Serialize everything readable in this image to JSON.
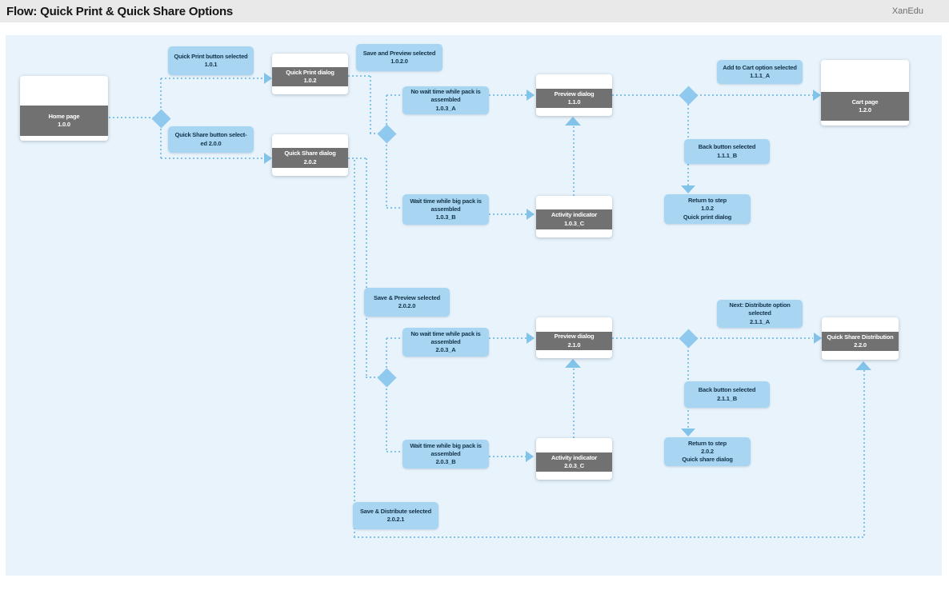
{
  "header": {
    "title": "Flow: Quick Print & Quick Share Options",
    "brand": "XanEdu"
  },
  "colors": {
    "header_bg": "#e9e9e9",
    "canvas_bg": "#e9f3fb",
    "note_fill": "#a8d6f2",
    "note_text": "#14334a",
    "screen_bar": "#717171",
    "connector": "#82c3e9",
    "diamond": "#8fcaee"
  },
  "screens": {
    "home": "Home page\n1.0.0",
    "quick_print_dialog": "Quick Print dialog\n1.0.2",
    "quick_share_dialog": "Quick Share dialog\n2.0.2",
    "preview_1": "Preview dialog\n1.1.0",
    "cart": "Cart page\n1.2.0",
    "activity_1": "Activity indicator\n1.0.3_C",
    "preview_2": "Preview dialog\n2.1.0",
    "activity_2": "Activity indicator\n2.0.3_C",
    "quick_share_distribution": "Quick Share Distribution\n2.2.0"
  },
  "notes": {
    "quick_print_button": "Quick Print button selected\n1.0.1",
    "save_and_preview_1": "Save and Preview selected\n1.0.2.0",
    "quick_share_button": "Quick Share button select-\ned 2.0.0",
    "no_wait_1": "No wait time while pack is\nassembled\n1.0.3_A",
    "wait_1": "Wait time while big pack is\nassembled\n1.0.3_B",
    "add_to_cart": "Add to Cart option selected\n1.1.1_A",
    "back_1": "Back button selected\n1.1.1_B",
    "return_1": "Return to step\n1.0.2\nQuick print dialog",
    "save_preview_2": "Save & Preview selected\n2.0.2.0",
    "no_wait_2": "No wait time while pack is\nassembled\n2.0.3_A",
    "wait_2": "Wait time while big pack is\nassembled\n2.0.3_B",
    "next_distribute": "Next: Distribute option\nselected\n2.1.1_A",
    "back_2": "Back button selected\n2.1.1_B",
    "return_2": "Return to step\n2.0.2\nQuick share dialog",
    "save_distribute": "Save & Distribute selected\n2.0.2.1"
  }
}
